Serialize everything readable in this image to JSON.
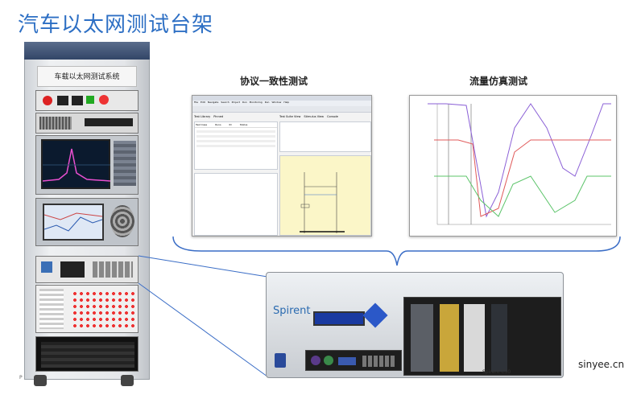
{
  "page": {
    "title": "汽车以太网测试台架",
    "watermark": "sinyee.cn",
    "rack_label": "车载以太网测试系统",
    "rack_foot": "P"
  },
  "screenshots": {
    "conformance": {
      "label": "协议一致性测试",
      "menu": [
        "File",
        "Edit",
        "Navigate",
        "Search",
        "Project",
        "Run",
        "Monitoring",
        "Run",
        "Window",
        "Help"
      ],
      "tabs": [
        "Test Library",
        "Pinned"
      ],
      "right_tabs": [
        "Test Suite View",
        "Stimulus View",
        "Console"
      ],
      "table_headers": [
        "Test Case",
        "Runs",
        "ID",
        "Status"
      ]
    },
    "traffic": {
      "label": "流量仿真测试"
    }
  },
  "device": {
    "brand": "Spirent",
    "model": "Spirent C50"
  },
  "colors": {
    "title_blue": "#2d6fc4",
    "line_blue": "#3a6dc6",
    "chart_purple": "#8a5fd6",
    "chart_red": "#e05a5a",
    "chart_green": "#5cc46a"
  }
}
